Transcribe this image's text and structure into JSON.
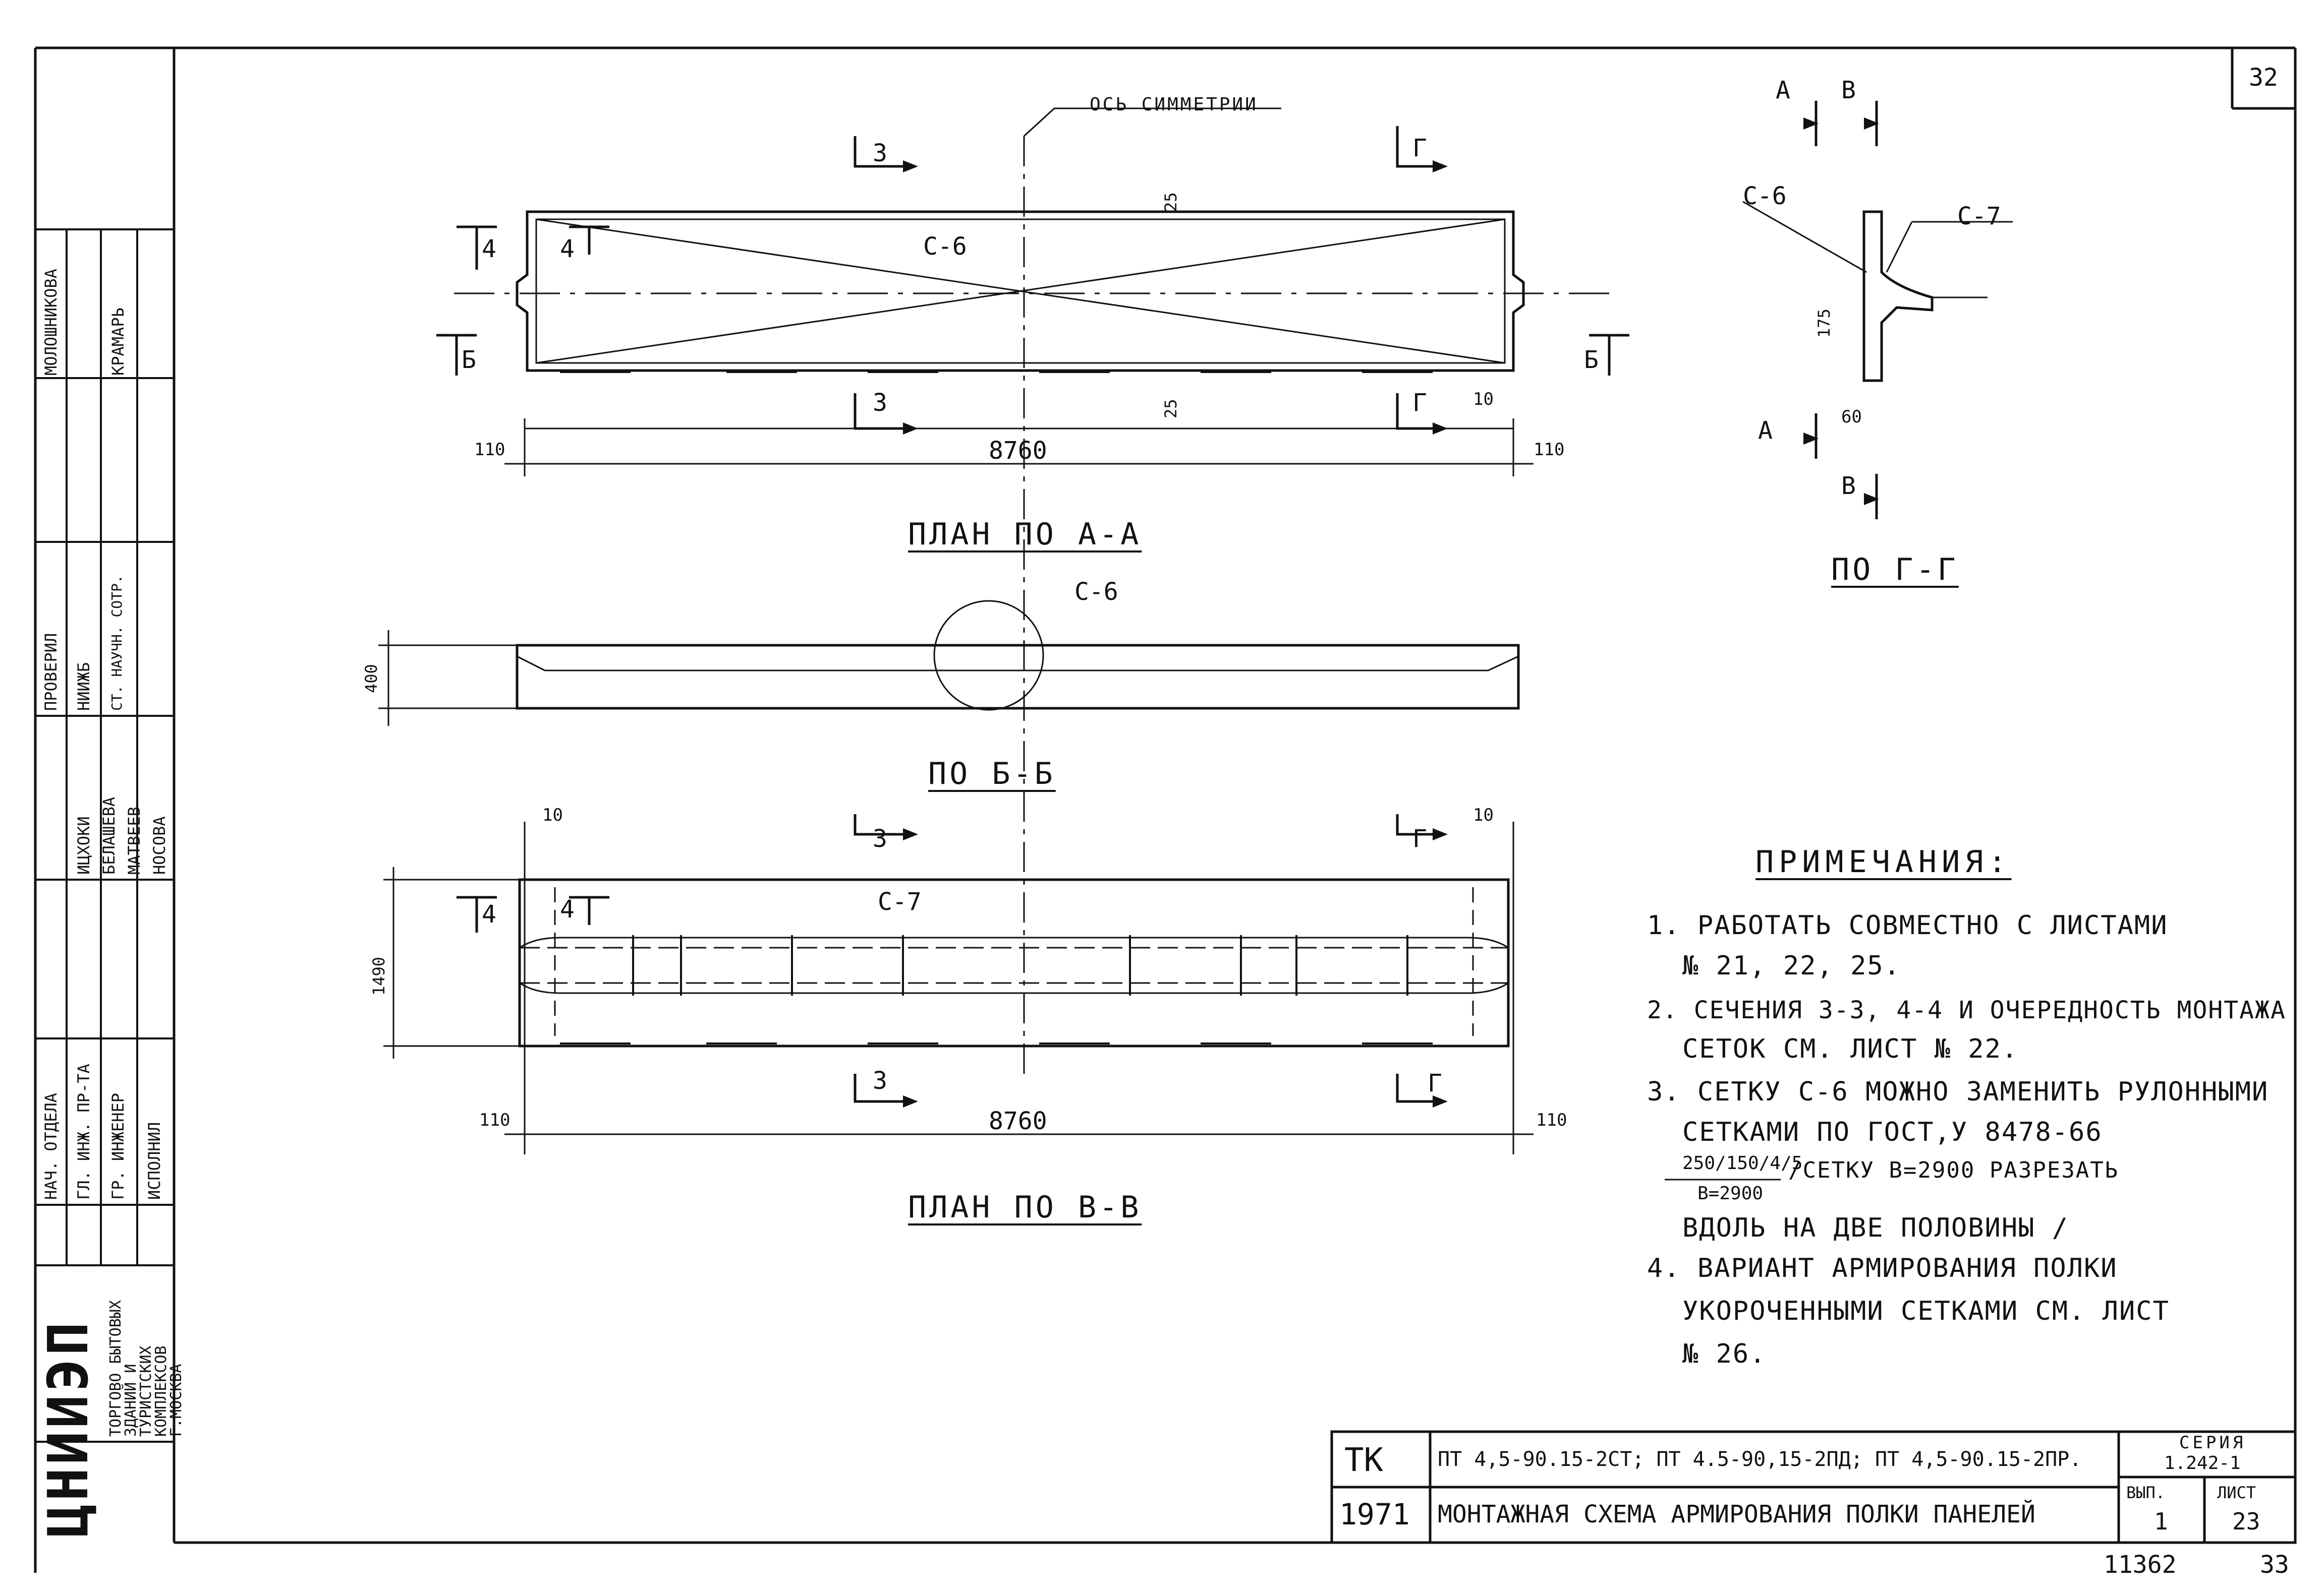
{
  "sheet": {
    "page_number": "32",
    "bottom_numbers": [
      "11362",
      "33"
    ]
  },
  "labels": {
    "symmetry_axis": "ОСЬ СИММЕТРИИ",
    "plan_aa": "ПЛАН ПО А-А",
    "section_bb": "ПО Б-Б",
    "plan_vv": "ПЛАН ПО В-В",
    "section_gg": "ПО Г-Г",
    "mesh_c6": "С-6",
    "mesh_c7": "С-7"
  },
  "section_marks": {
    "three": "3",
    "four": "4",
    "b": "Б",
    "g": "Г",
    "a": "А",
    "v": "В"
  },
  "dimensions": {
    "length": "8760",
    "edge": "110",
    "cover": "25",
    "ten": "10",
    "height_bb": "400",
    "width_vv": "1490",
    "spacing": "175",
    "offset": "60"
  },
  "notes": {
    "heading": "ПРИМЕЧАНИЯ:",
    "items": [
      "1. РАБОТАТЬ СОВМЕСТНО С ЛИСТАМИ",
      "№ 21, 22, 25.",
      "2. СЕЧЕНИЯ 3-3, 4-4 И ОЧЕРЕДНОСТЬ МОНТАЖА",
      "СЕТОК СМ. ЛИСТ № 22.",
      "3. СЕТКУ С-6 МОЖНО ЗАМЕНИТЬ РУЛОННЫМИ",
      "СЕТКАМИ ПО ГОСТ,У 8478-66",
      "/СЕТКУ В=2900 РАЗРЕЗАТЬ",
      "ВДОЛЬ НА ДВЕ ПОЛОВИНЫ /",
      "4. ВАРИАНТ АРМИРОВАНИЯ ПОЛКИ",
      "УКОРОЧЕННЫМИ СЕТКАМИ СМ. ЛИСТ",
      "№ 26."
    ],
    "fraction_num": "250/150/4/5",
    "fraction_den": "В=2900"
  },
  "title_block": {
    "code": "ТК",
    "year": "1971",
    "marks": "ПТ 4,5-90.15-2СТ; ПТ 4.5-90,15-2ПД; ПТ 4,5-90.15-2ПР.",
    "title": "МОНТАЖНАЯ СХЕМА АРМИРОВАНИЯ ПОЛКИ ПАНЕЛЕЙ",
    "series_label": "СЕРИЯ",
    "series_value": "1.242-1",
    "issue_label": "ВЫП.",
    "issue_value": "1",
    "sheet_label": "ЛИСТ",
    "sheet_value": "23"
  },
  "left_strip": {
    "org_logo": "ЦНИИЭП",
    "org_name": "ТОРГОВО БЫТОВЫХ ЗДАНИЙ И ТУРИСТСКИХ КОМПЛЕКСОВ Г.МОСКВА",
    "roles": [
      "НАЧ. ОТДЕЛА",
      "ГЛ. ИНЖ. ПР-ТА",
      "ГР. ИНЖЕНЕР",
      "ИСПОЛНИЛ"
    ],
    "names": [
      "ИЦХОКИ",
      "БЕЛАШЕВА",
      "МАТВЕЕВ",
      "НОСОВА"
    ],
    "checked_label": "ПРОВЕРИЛ",
    "institute": "НИИЖБ",
    "position": "СТ. НАУЧН. СОТР.",
    "checkers": [
      "МОЛОШНИКОВА",
      "КРАМАРЬ"
    ]
  }
}
